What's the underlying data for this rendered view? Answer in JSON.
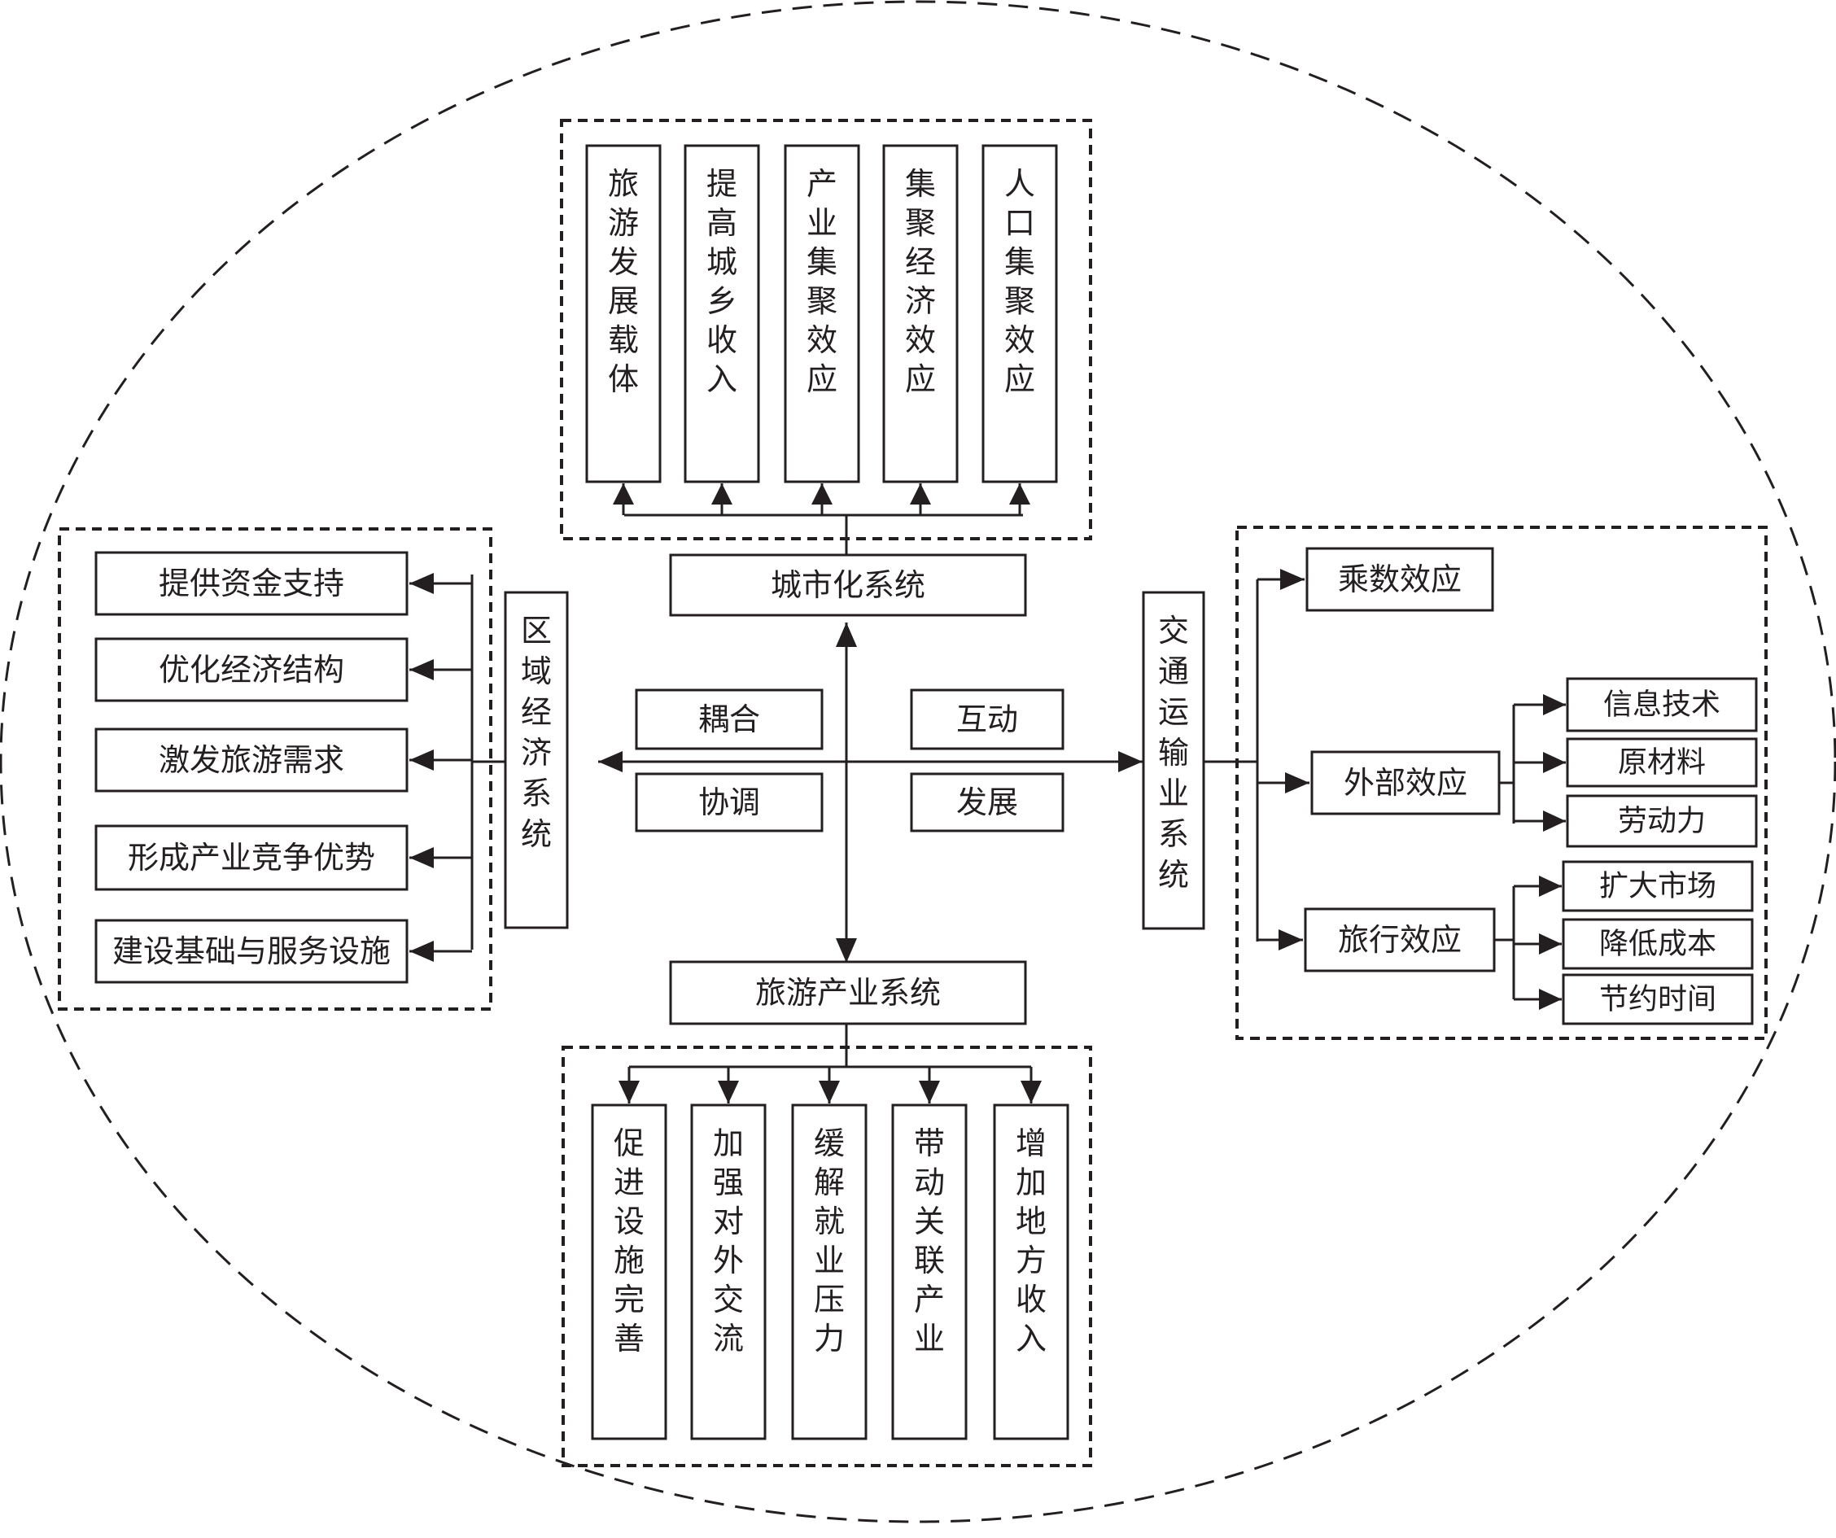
{
  "center": {
    "quadrants": [
      "耦合",
      "互动",
      "协调",
      "发展"
    ]
  },
  "urbanization": {
    "title": "城市化系统",
    "effects": [
      "旅游发展载体",
      "提高城乡收入",
      "产业集聚效应",
      "集聚经济效应",
      "人口集聚效应"
    ]
  },
  "tourism": {
    "title": "旅游产业系统",
    "effects": [
      "促进设施完善",
      "加强对外交流",
      "缓解就业压力",
      "带动关联产业",
      "增加地方收入"
    ]
  },
  "regional": {
    "title": "区域经济系统",
    "effects": [
      "提供资金支持",
      "优化经济结构",
      "激发旅游需求",
      "形成产业竞争优势",
      "建设基础与服务设施"
    ]
  },
  "transport": {
    "title": "交通运输业系统",
    "multiplier": "乘数效应",
    "external": {
      "label": "外部效应",
      "items": [
        "信息技术",
        "原材料",
        "劳动力"
      ]
    },
    "travel": {
      "label": "旅行效应",
      "items": [
        "扩大市场",
        "降低成本",
        "节约时间"
      ]
    }
  },
  "colors": {
    "stroke": "#231f20",
    "background": "#ffffff"
  }
}
